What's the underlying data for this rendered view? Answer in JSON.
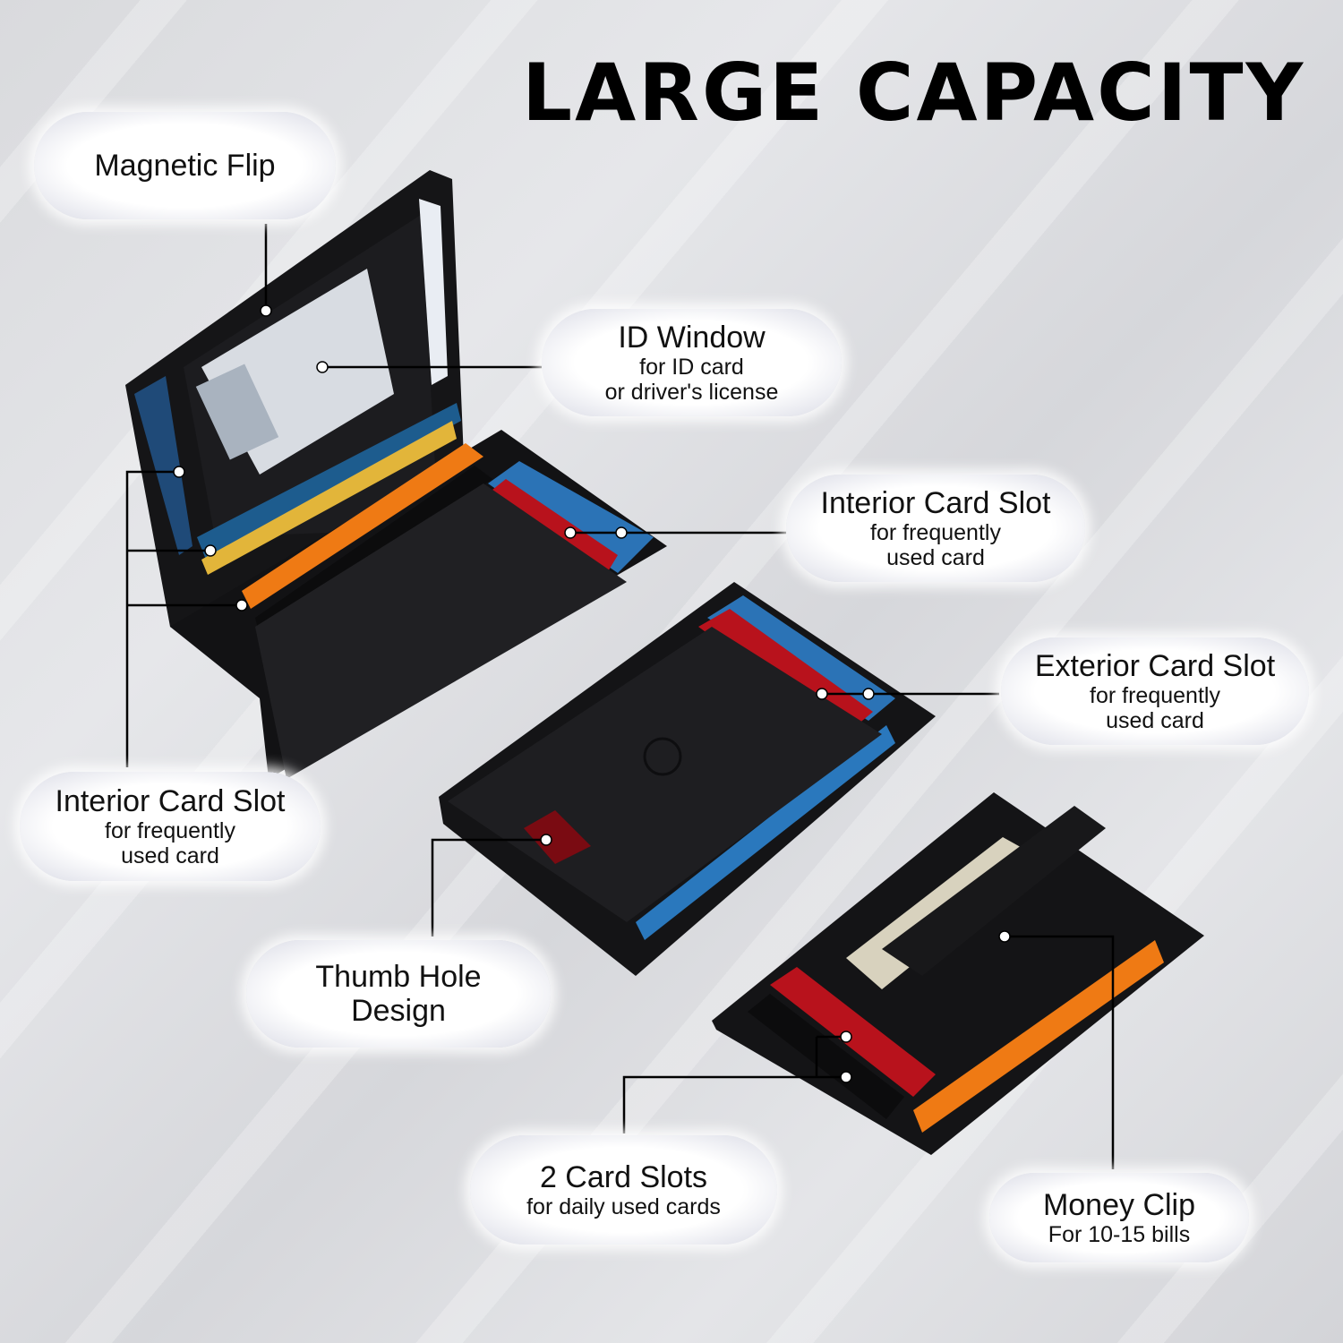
{
  "title": "LARGE CAPACITY",
  "labels": {
    "magnetic_flip": {
      "heading": "Magnetic Flip"
    },
    "id_window": {
      "heading": "ID Window",
      "sub1": "for ID card",
      "sub2": "or driver's license"
    },
    "interior_slot_right": {
      "heading": "Interior Card Slot",
      "sub1": "for frequently",
      "sub2": "used card"
    },
    "exterior_slot": {
      "heading": "Exterior Card Slot",
      "sub1": "for frequently",
      "sub2": "used card"
    },
    "interior_slot_left": {
      "heading": "Interior Card Slot",
      "sub1": "for frequently",
      "sub2": "used card"
    },
    "thumb_hole": {
      "heading1": "Thumb Hole",
      "heading2": "Design"
    },
    "two_card_slots": {
      "heading": "2 Card Slots",
      "sub1": "for daily used cards"
    },
    "money_clip": {
      "heading": "Money Clip",
      "sub1": "For 10-15 bills"
    }
  },
  "colors": {
    "leather": "#1b1b1d",
    "card_red": "#b5121b",
    "card_blue": "#2a73b8",
    "card_orange": "#f07a12",
    "card_yellow": "#e8b830",
    "callout_line": "#000000"
  }
}
